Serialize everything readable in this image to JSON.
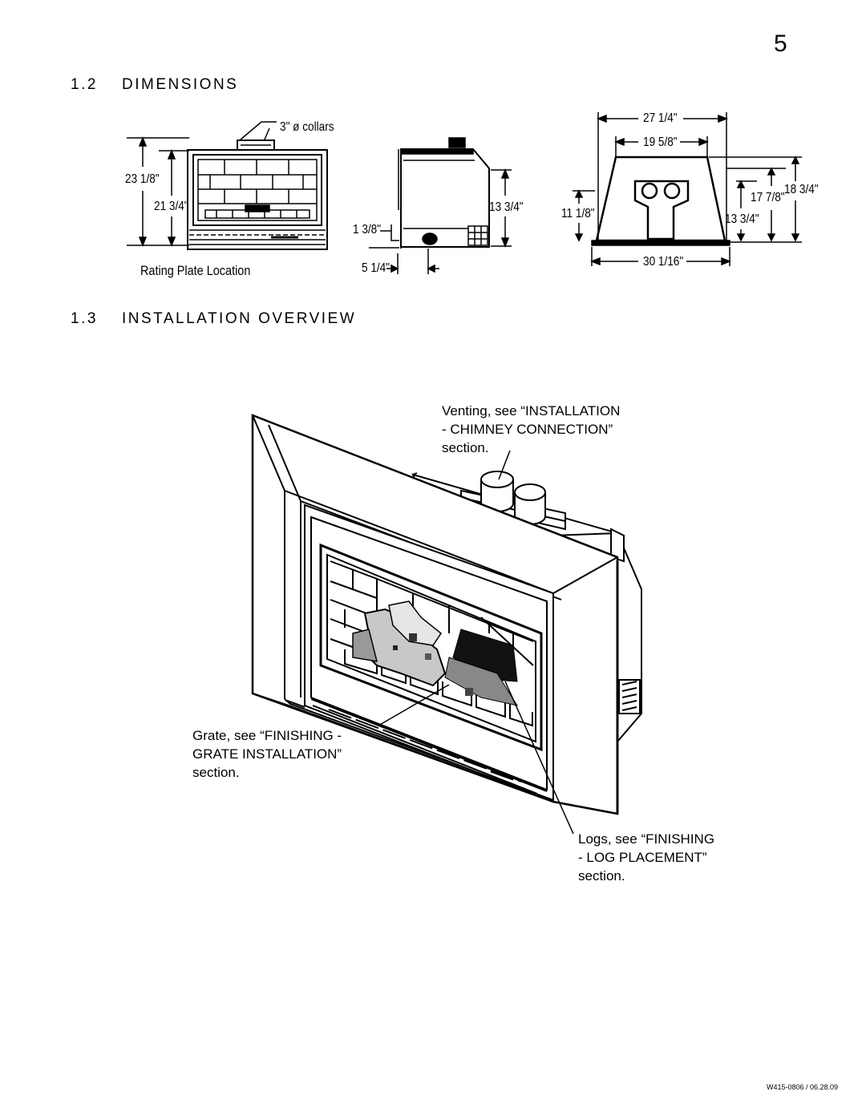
{
  "page": {
    "number": "5",
    "doc_code": "W415-0806 / 06.28.09"
  },
  "sections": {
    "dimensions": {
      "number": "1.2",
      "title": "DIMENSIONS"
    },
    "overview": {
      "number": "1.3",
      "title": "INSTALLATION OVERVIEW"
    }
  },
  "front_view": {
    "collars_label": "3\" ø collars",
    "height_outer": "23 1/8\"",
    "height_inner": "21 3/4\"",
    "rating_plate_label": "Rating Plate Location"
  },
  "side_view": {
    "height": "13 3/4\"",
    "gas_inlet_height": "1 3/8\"",
    "gas_inlet_depth": "5 1/4\""
  },
  "top_view": {
    "width_back": "27 1/4\"",
    "width_top": "19 5/8\"",
    "depth_left": "11 1/8\"",
    "depth_inner": "13 3/4\"",
    "depth_mid": "17 7/8\"",
    "depth_outer": "18 3/4\"",
    "width_front": "30 1/16\""
  },
  "overview_callouts": {
    "venting": [
      "Venting, see “INSTALLATION",
      "- CHIMNEY CONNECTION”",
      "section."
    ],
    "grate": [
      "Grate, see “FINISHING -",
      "GRATE INSTALLATION”",
      "section."
    ],
    "logs": [
      "Logs, see “FINISHING",
      "- LOG PLACEMENT”",
      "section."
    ]
  }
}
